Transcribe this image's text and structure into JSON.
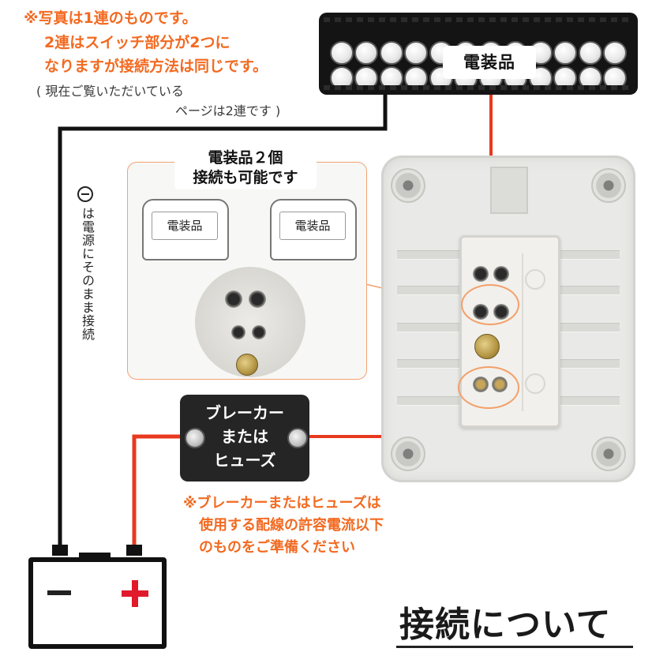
{
  "top_note": {
    "line1": "※写真は1連のものです。",
    "line2": "2連はスイッチ部分が2つに",
    "line3": "なりますが接続方法は同じです。",
    "line4": "( 現在ご覧いただいている",
    "line5": "ページは2連です )"
  },
  "device_label": "電装品",
  "panel": {
    "title_line1": "電装品２個",
    "title_line2": "接続も可能です",
    "device_a": "電装品",
    "device_b": "電装品"
  },
  "negative_note": {
    "symbol": "minus-circle-icon",
    "text": "は電源にそのまま接続"
  },
  "breaker": {
    "line1": "ブレーカー",
    "line2": "または",
    "line3": "ヒューズ"
  },
  "warning": {
    "line1": "※ブレーカーまたはヒューズは",
    "line2": "使用する配線の許容電流以下",
    "line3": "のものをご準備ください"
  },
  "battery": {
    "minus_symbol": "−",
    "plus_symbol": "+"
  },
  "section_title": "接続について",
  "colors": {
    "accent_orange": "#f26a21",
    "wire_red": "#e8391f",
    "wire_black": "#111111",
    "plus_red": "#e01a2b"
  }
}
